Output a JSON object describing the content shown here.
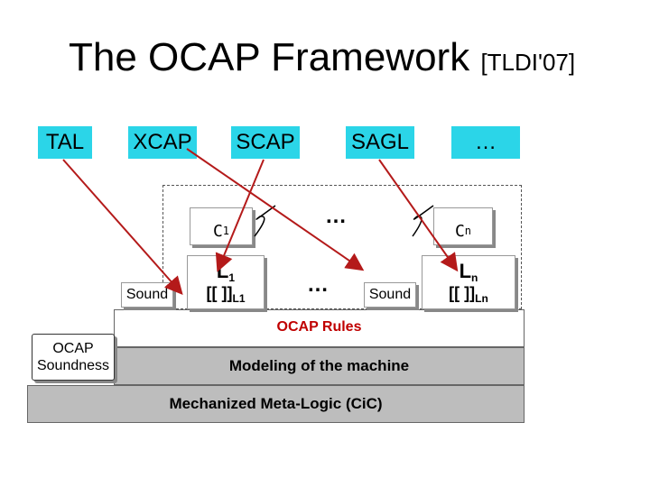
{
  "title": {
    "main": "The OCAP Framework",
    "cite": "[TLDI'07]"
  },
  "logics": [
    "TAL",
    "XCAP",
    "SCAP",
    "SAGL",
    "…"
  ],
  "container": {
    "c1": "C",
    "c1_sub": "1",
    "cn": "C",
    "cn_sub": "n",
    "dots_top": "…",
    "dots_mid": "…",
    "l1": "L",
    "l1_sub": "1",
    "l1_interp": "[[ ]]",
    "l1_interp_sub": "L1",
    "ln": "L",
    "ln_sub": "n",
    "ln_interp": "[[ ]]",
    "ln_interp_sub": "Ln",
    "sound_left": "Sound",
    "sound_right": "Sound"
  },
  "layers": {
    "rules": "OCAP Rules",
    "modeling": "Modeling of the machine",
    "metalogic": "Mechanized Meta-Logic (CiC)"
  },
  "soundness": [
    "OCAP",
    "Soundness"
  ],
  "colors": {
    "logic_box": "#2bd5e8",
    "arrow": "#b41a1a",
    "layer_gray": "#bdbdbd"
  }
}
